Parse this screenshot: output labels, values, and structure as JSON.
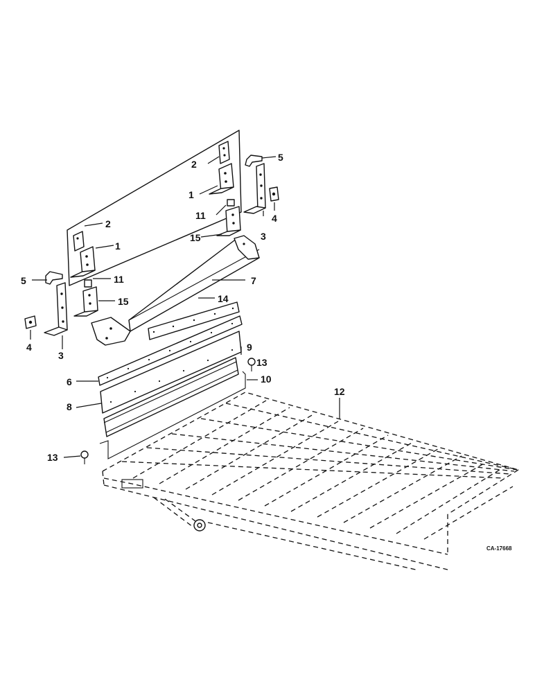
{
  "diagram": {
    "drawing_code": "CA-17668",
    "callouts": {
      "c1a": "1",
      "c1b": "1",
      "c2a": "2",
      "c2b": "2",
      "c3a": "3",
      "c3b": "3",
      "c4a": "4",
      "c4b": "4",
      "c5a": "5",
      "c5b": "5",
      "c6": "6",
      "c7": "7",
      "c8": "8",
      "c9": "9",
      "c10": "10",
      "c11a": "11",
      "c11b": "11",
      "c12": "12",
      "c13a": "13",
      "c13b": "13",
      "c14": "14",
      "c15a": "15",
      "c15b": "15"
    }
  }
}
